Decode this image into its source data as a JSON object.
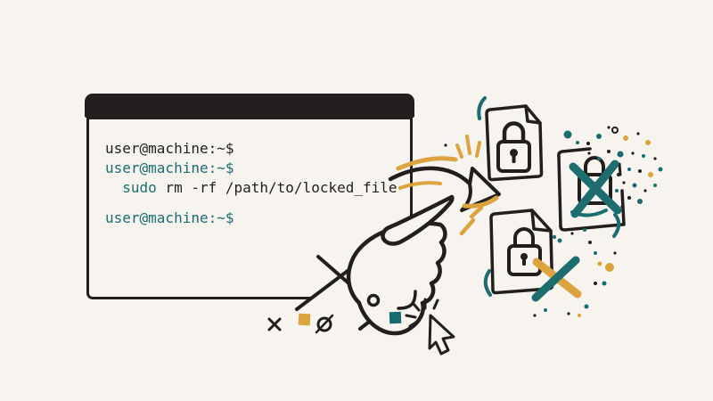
{
  "colors": {
    "background": "#f7f3ef",
    "ink": "#221e1e",
    "teal": "#1d6c6e",
    "gold": "#dca43e",
    "titlebar": "#221e1e"
  },
  "terminal": {
    "line1": "user@machine:~$",
    "line2": "user@machine:~$",
    "command_indent": "  ",
    "command_sudo": "sudo",
    "command_args": " rm -rf /path/to/locked_file",
    "line4": "user@machine:~$"
  },
  "illustration": {
    "icons": [
      "terminal-window",
      "swoosh-arrow-icon",
      "pointing-hand-icon",
      "locked-file-icon-top",
      "deleted-file-icon",
      "locked-file-icon-bottom",
      "lock-icon",
      "teal-x-mark-icon",
      "gold-teal-x-mark-icon",
      "cursor-click-icon",
      "x-mark-icon",
      "slashed-zero-icon",
      "gold-square",
      "teal-square",
      "sparkle-dots"
    ]
  }
}
